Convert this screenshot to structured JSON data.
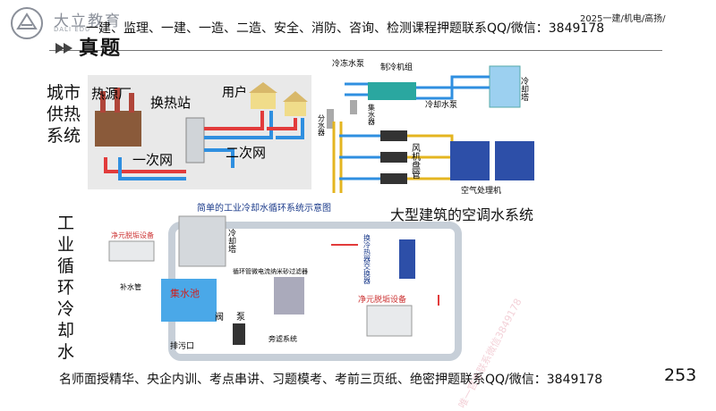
{
  "brand": {
    "name": "大立教育",
    "sub": "DALI EDU"
  },
  "banner": {
    "text": "一建、监理、一建、一造、二造、安全、消防、咨询、检测课程押题联系QQ/微信：3849178",
    "right": "2025一建/机电/高扬/"
  },
  "page_title": "真题",
  "heating": {
    "side_label": "城市\n供热\n系统",
    "source": "热源厂",
    "exchange": "换热站",
    "user": "用户",
    "primary": "一次网",
    "secondary": "二次网"
  },
  "hvac": {
    "chilled_pump": "冷冻水泵",
    "chiller": "制冷机组",
    "cooling_tower": "冷却塔",
    "collector": "集水器",
    "cooling_pump": "冷却水泵",
    "distributor": "分水器",
    "fan_coil": "风机盘管",
    "ahu": "空气处理机",
    "caption": "大型建筑的空调水系统",
    "caption_underline": "空调水"
  },
  "industrial": {
    "side_label": "工\n业\n循\n环\n冷\n却\n水",
    "title": "简单的工业冷却水循环系统示意图",
    "purifier1": "净元脱垢设备",
    "purifier2": "净元脱垢设备",
    "cooling_tower": "冷却塔",
    "makeup": "补水管",
    "basin": "集水池",
    "valve": "阀",
    "pump": "泵",
    "drain": "排污口",
    "filter_note": "循环管微电流纳米砂过滤器",
    "bypass": "旁滤系统",
    "heat_exchanger": "换冷热器交换器"
  },
  "footer": {
    "text": "名师面授精华、央企内训、考点串讲、习题模考、考前三页纸、绝密押题联系QQ/微信：3849178",
    "page": "253"
  },
  "watermark": "唯一官方联系微信3849178",
  "colors": {
    "red_pipe": "#e23b3b",
    "blue_pipe": "#2f8fe0",
    "yellow_pipe": "#e4b520",
    "accent_teal": "#2aa7a0"
  }
}
